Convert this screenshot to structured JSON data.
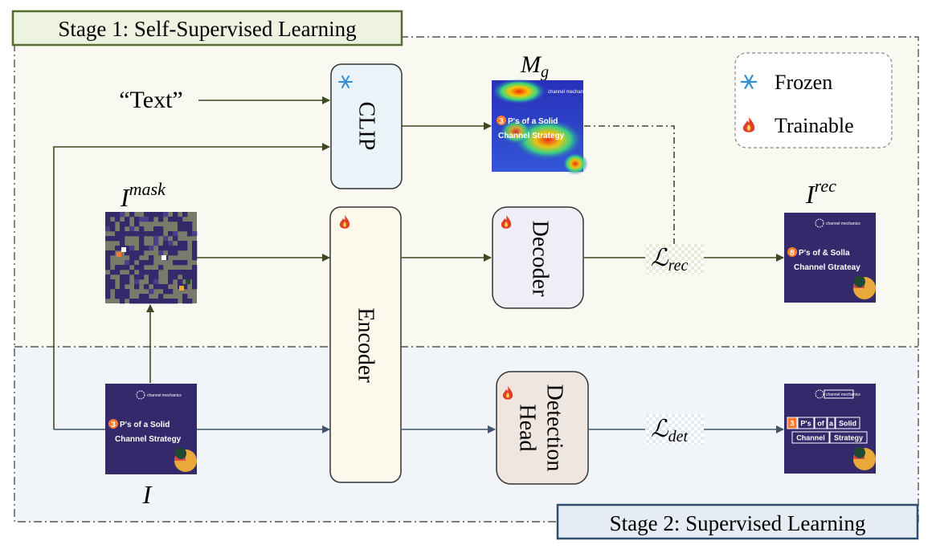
{
  "stage1": {
    "label": "Stage 1: Self-Supervised Learning"
  },
  "stage2": {
    "label": "Stage 2: Supervised Learning"
  },
  "legend": {
    "frozen": "Frozen",
    "trainable": "Trainable"
  },
  "inputs": {
    "text": "“Text”"
  },
  "modules": {
    "clip": "CLIP",
    "encoder": "Encoder",
    "decoder": "Decoder",
    "detection_head_line1": "Detection",
    "detection_head_line2": "Head"
  },
  "symbols": {
    "mg_base": "M",
    "mg_sub": "g",
    "imask_base": "I",
    "imask_sup": "mask",
    "irec_base": "I",
    "irec_sup": "rec",
    "i_base": "I",
    "lrec_base": "ℒ",
    "lrec_sub": "rec",
    "ldet_base": "ℒ",
    "ldet_sub": "det"
  },
  "thumbnails": {
    "original": {
      "brand": "channel mechanics",
      "title_line1": "P's of a Solid",
      "title_line2": "Channel Strategy",
      "badge": "3"
    },
    "heatmap": {
      "brand": "channel mechanics",
      "title_line1": "P's of a Solid",
      "title_line2": "Channel Strategy",
      "badge": "3"
    },
    "reconstructed": {
      "brand": "channel mechanics",
      "title_line1": "P's of & Solla",
      "title_line2": "Channel Gtrateay",
      "badge": "8"
    },
    "detected": {
      "brand": "channel mechanics",
      "boxes": [
        "3",
        "P's",
        "of",
        "a",
        "Solid",
        "Channel",
        "Strategy"
      ]
    }
  },
  "colors": {
    "stage1_bg": "#f9f9f2",
    "stage2_bg": "#f1f4f9",
    "stage1_border": "#556b2f",
    "stage2_border": "#2f4f6f",
    "arrow_stage1": "#3e4a22",
    "arrow_stage2": "#44546a",
    "clip_fill": "#eaf3f8",
    "encoder_fill": "#fdf8ec",
    "decoder_fill": "#eeeef6",
    "det_fill": "#efe6e0",
    "thumb_bg": "#33296b",
    "frozen_icon": "#2f8fd6",
    "trainable_icon": "#e0402a"
  },
  "icons": {
    "frozen": "snowflake-icon",
    "trainable": "flame-icon"
  }
}
